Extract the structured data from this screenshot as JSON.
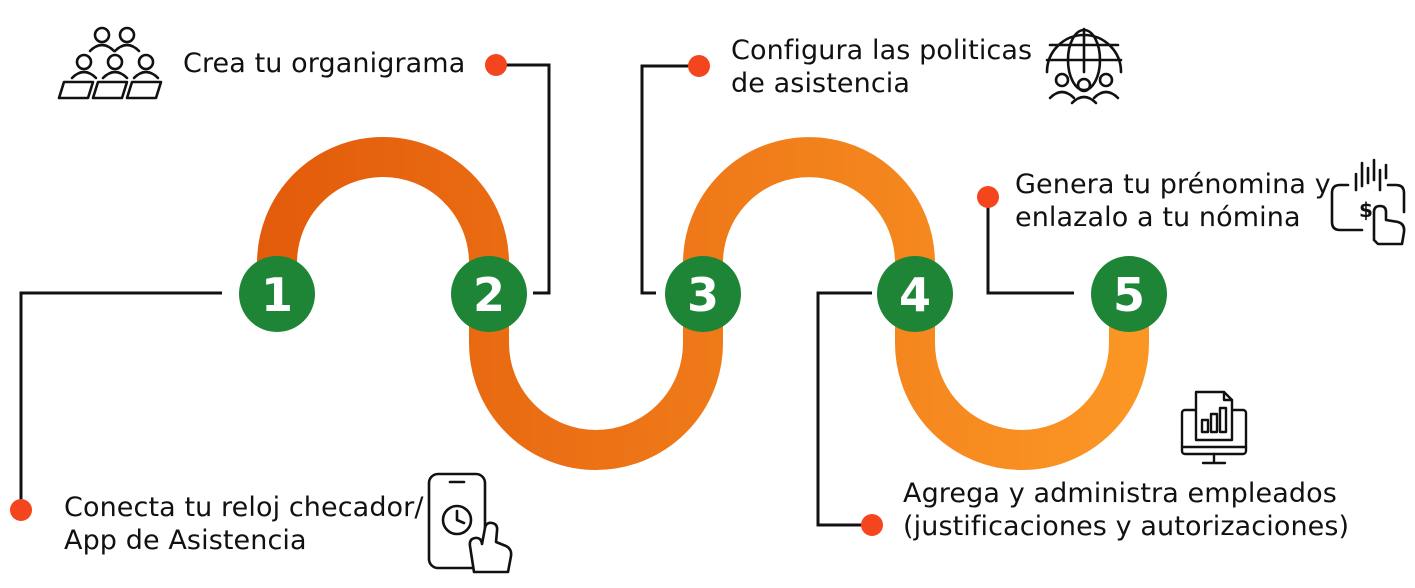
{
  "steps": [
    {
      "number": "1",
      "lines": [
        "Conecta tu reloj checador/",
        "App de Asistencia"
      ],
      "icon": "phone-clock-tap-icon"
    },
    {
      "number": "2",
      "lines": [
        "Crea tu organigrama"
      ],
      "icon": "org-team-icon"
    },
    {
      "number": "3",
      "lines": [
        "Configura las politicas",
        "de asistencia"
      ],
      "icon": "globe-people-icon"
    },
    {
      "number": "4",
      "lines": [
        "Agrega y administra empleados",
        "(justificaciones y autorizaciones)"
      ],
      "icon": "monitor-report-icon"
    },
    {
      "number": "5",
      "lines": [
        "Genera tu prénomina y",
        "enlazalo a tu nómina"
      ],
      "icon": "payment-tap-icon"
    }
  ],
  "colors": {
    "path_start": "#e35c0b",
    "path_end": "#fb9625",
    "badge": "#1e8536",
    "bullet": "#f4451f",
    "connector": "#111111",
    "text": "#111111"
  }
}
